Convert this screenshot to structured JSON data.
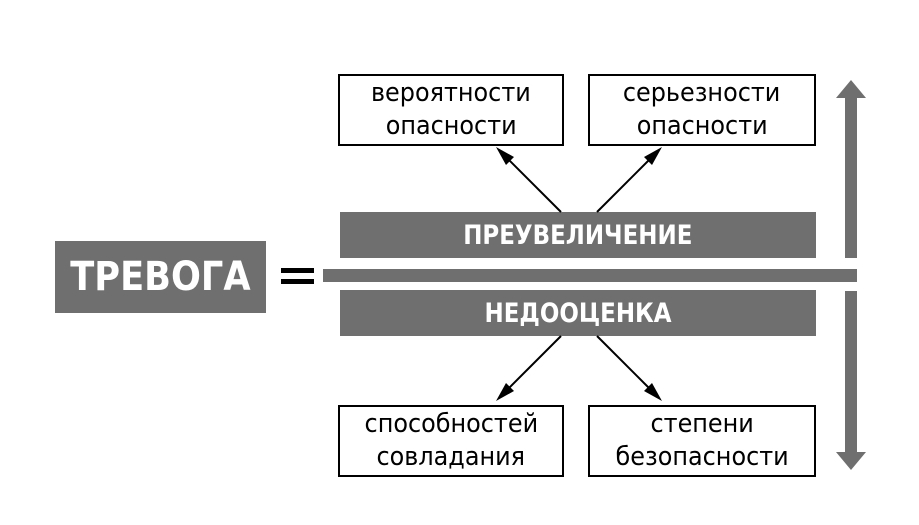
{
  "title": "ТРЕВОГА",
  "equals": "=",
  "bars": {
    "overestimation": "ПРЕУВЕЛИЧЕНИЕ",
    "underestimation": "НЕДООЦЕНКА"
  },
  "top_boxes": [
    {
      "line1": "вероятности",
      "line2": "опасности"
    },
    {
      "line1": "серьезности",
      "line2": "опасности"
    }
  ],
  "bottom_boxes": [
    {
      "line1": "способностей",
      "line2": "совладания"
    },
    {
      "line1": "степени",
      "line2": "безопасности"
    }
  ],
  "colors": {
    "fill": "#6f6f6f",
    "text_light": "#ffffff",
    "stroke": "#000000"
  }
}
